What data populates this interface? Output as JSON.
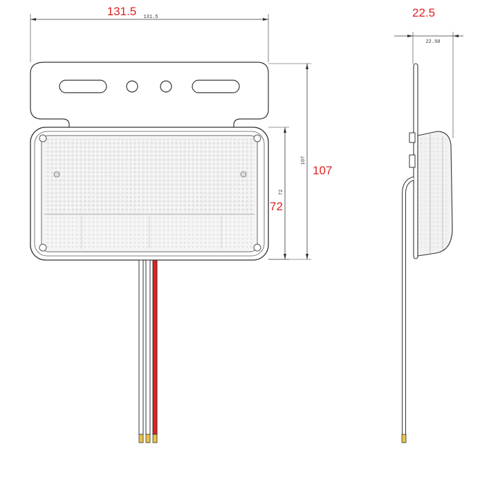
{
  "dimensions": {
    "width_label": "131.5",
    "width_small_label": "131.5",
    "depth_label": "22.5",
    "depth_small_label": "22.50",
    "height_label": "107",
    "height_small_label": "107",
    "lens_height_label": "72",
    "lens_height_small_label": "72"
  },
  "colors": {
    "accent_dimension": "#e02020",
    "line": "#333333",
    "wire_red": "#e02020",
    "wire_white": "#ffffff",
    "wire_tip": "#e8c34a"
  },
  "wires": [
    "white",
    "white",
    "red"
  ]
}
